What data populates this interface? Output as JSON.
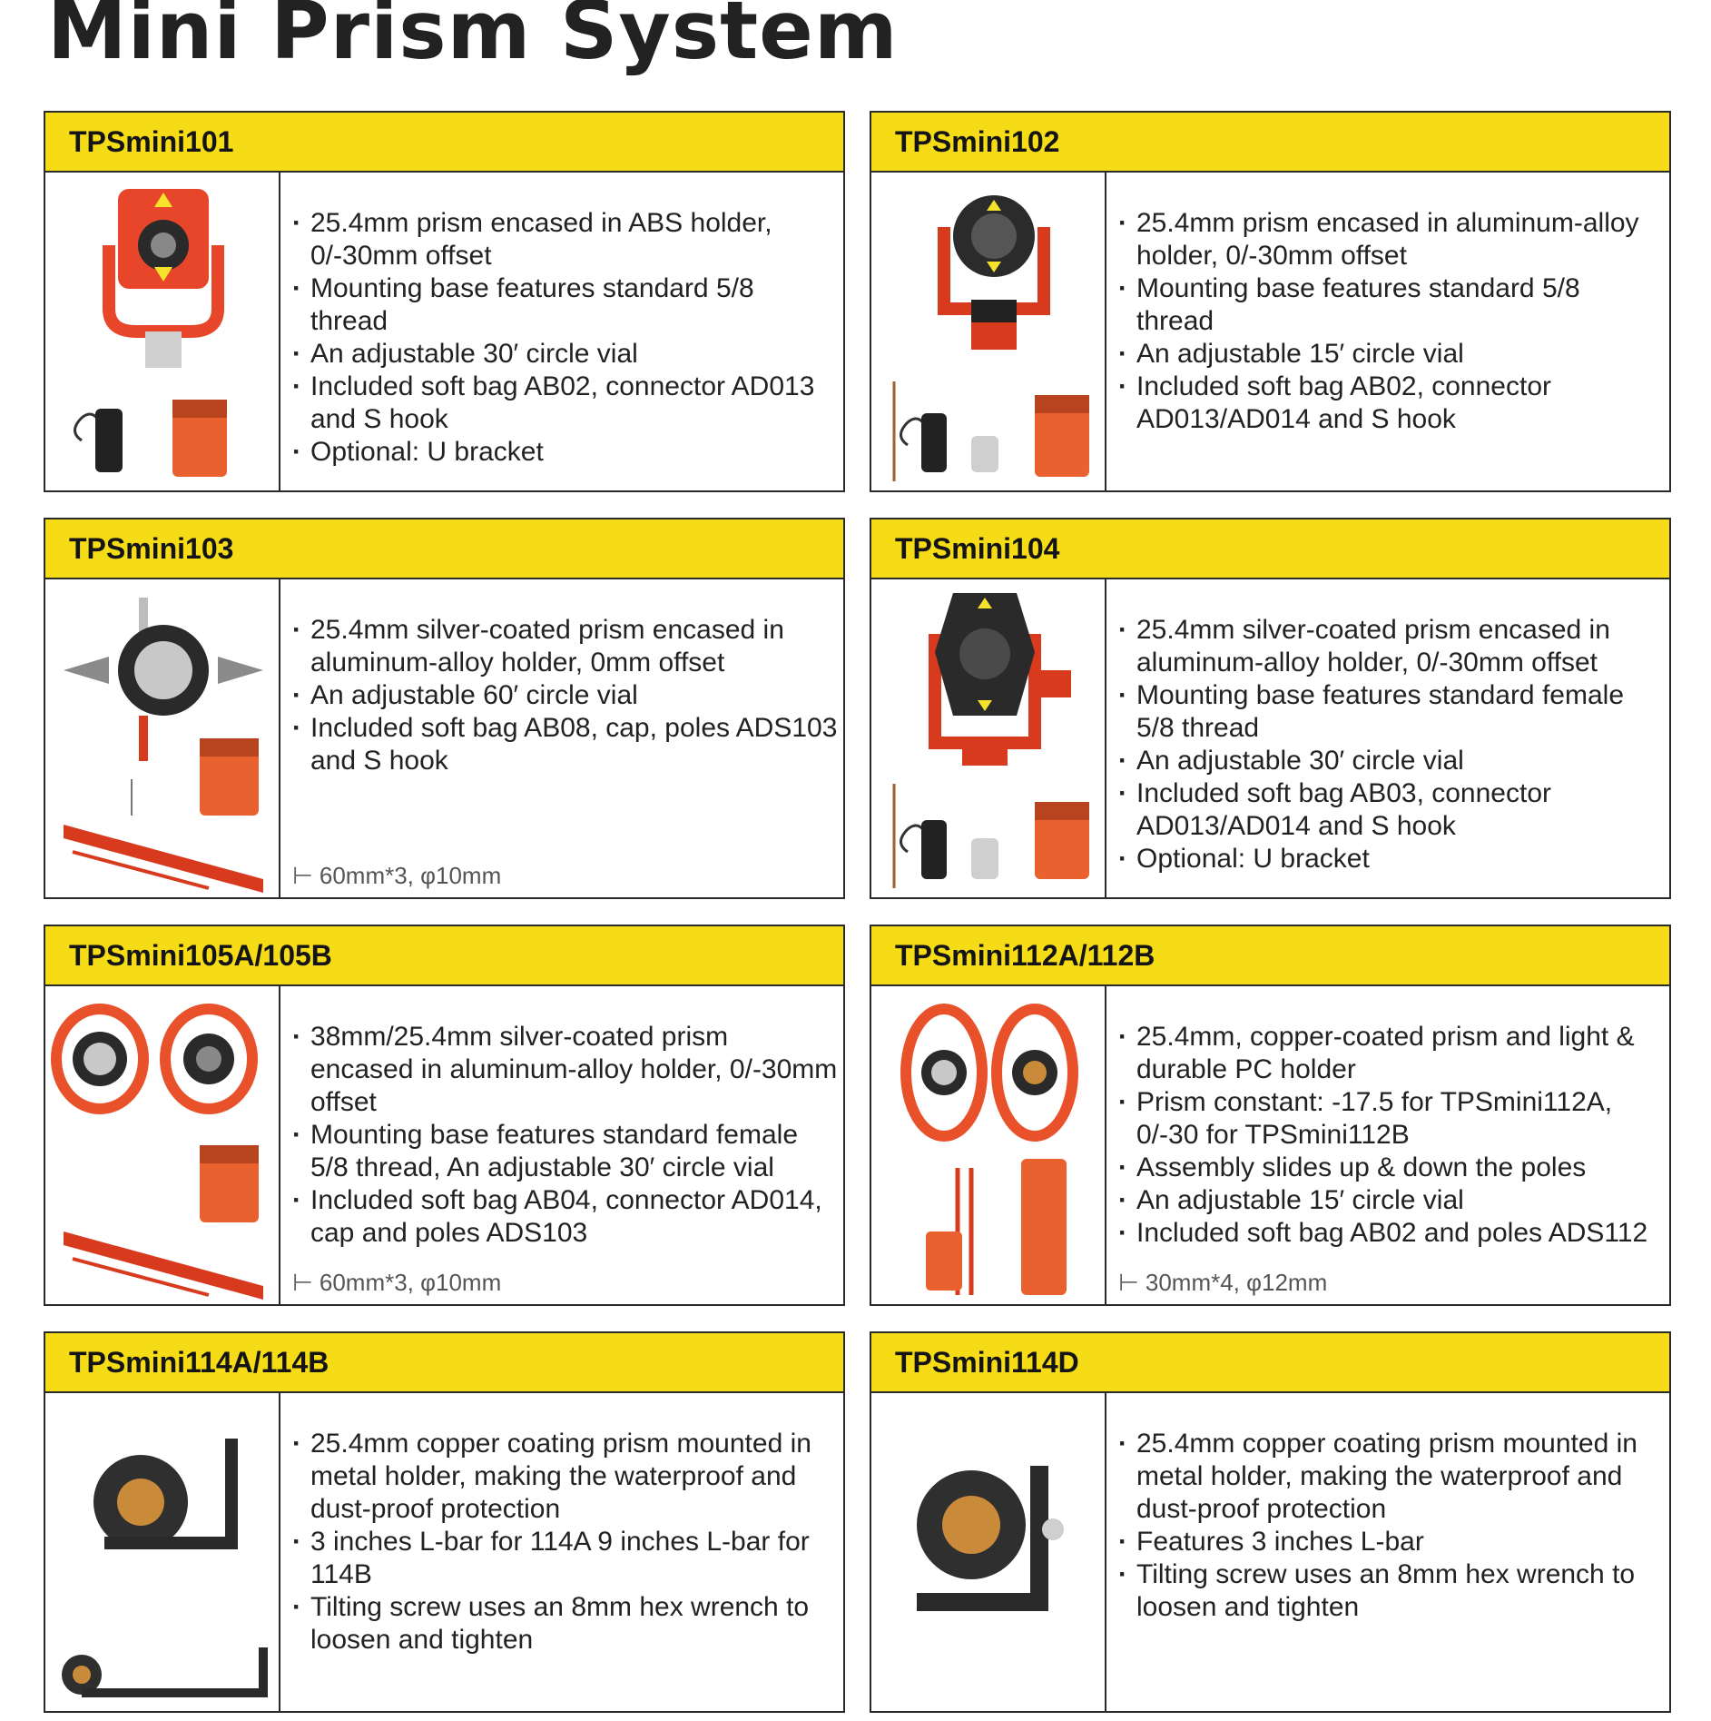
{
  "title": "Mini Prism System",
  "colors": {
    "header": "#f6dc16",
    "border": "#2a2a2a",
    "accent_orange": "#e4502c"
  },
  "cards": [
    {
      "header": "TPSmini101",
      "bullets": [
        "25.4mm prism encased in ABS holder, 0/-30mm offset",
        "Mounting base features standard 5/8 thread",
        "An adjustable 30′ circle vial",
        "Included soft bag AB02, connector AD013 and S hook",
        "Optional: U bracket"
      ],
      "note": ""
    },
    {
      "header": "TPSmini102",
      "bullets": [
        "25.4mm prism encased in aluminum-alloy holder, 0/-30mm offset",
        "Mounting base features standard 5/8 thread",
        "An adjustable 15′ circle vial",
        "Included soft bag AB02, connector AD013/AD014 and S hook"
      ],
      "note": ""
    },
    {
      "header": "TPSmini103",
      "bullets": [
        "25.4mm silver-coated prism encased in aluminum-alloy holder, 0mm offset",
        "An adjustable 60′ circle vial",
        "Included soft bag AB08, cap, poles ADS103 and S hook"
      ],
      "note": "⊢ 60mm*3, φ10mm"
    },
    {
      "header": "TPSmini104",
      "bullets": [
        "25.4mm silver-coated prism encased in aluminum-alloy holder, 0/-30mm offset",
        "Mounting base features standard female 5/8 thread",
        "An adjustable 30′ circle vial",
        "Included soft bag AB03, connector AD013/AD014 and S hook",
        "Optional: U bracket"
      ],
      "note": ""
    },
    {
      "header": "TPSmini105A/105B",
      "bullets": [
        "38mm/25.4mm silver-coated prism encased in aluminum-alloy holder, 0/-30mm offset",
        "Mounting base features standard female 5/8 thread, An adjustable 30′ circle vial",
        "Included soft bag AB04, connector AD014, cap and poles ADS103"
      ],
      "note": "⊢ 60mm*3, φ10mm"
    },
    {
      "header": "TPSmini112A/112B",
      "bullets": [
        "25.4mm, copper-coated prism and light & durable PC holder",
        "Prism constant: -17.5 for TPSmini112A, 0/-30 for TPSmini112B",
        "Assembly slides up & down the poles",
        "An adjustable 15′ circle vial",
        "Included soft bag AB02 and poles ADS112"
      ],
      "note": "⊢ 30mm*4, φ12mm"
    },
    {
      "header": "TPSmini114A/114B",
      "bullets": [
        "25.4mm copper coating prism mounted in metal holder, making the waterproof and dust-proof protection",
        "3 inches L-bar for 114A 9 inches L-bar for 114B",
        "Tilting screw uses an 8mm hex wrench to loosen and tighten"
      ],
      "note": ""
    },
    {
      "header": "TPSmini114D",
      "bullets": [
        "25.4mm copper coating prism mounted in metal holder, making the waterproof and dust-proof protection",
        "Features 3 inches L-bar",
        "Tilting screw uses an 8mm hex wrench to loosen and tighten"
      ],
      "note": ""
    }
  ]
}
